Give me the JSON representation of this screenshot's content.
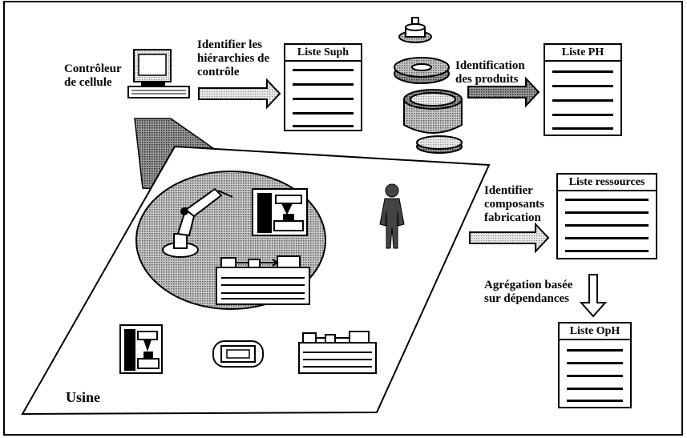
{
  "labels": {
    "cell_controller": [
      "Contrôleur",
      "de cellule"
    ],
    "identify_hierarchies": [
      "Identifier les",
      "hiérarchies de",
      "contrôle"
    ],
    "product_identification": [
      "Identification",
      "des produits"
    ],
    "identify_components": [
      "Identifier",
      "composants",
      "fabrication"
    ],
    "aggregation": [
      "Agrégation basée",
      "sur dépendances"
    ],
    "plant": "Usine"
  },
  "lists": {
    "suph": {
      "title": "Liste Suph",
      "line_count": 5
    },
    "ph": {
      "title": "Liste PH",
      "line_count": 5
    },
    "resources": {
      "title": "Liste ressources",
      "line_count": 5
    },
    "oph": {
      "title": "Liste OpH",
      "line_count": 5
    }
  },
  "colors": {
    "ink": "#000000",
    "halftone_gray": "#9c9c9c",
    "background": "#ffffff"
  }
}
